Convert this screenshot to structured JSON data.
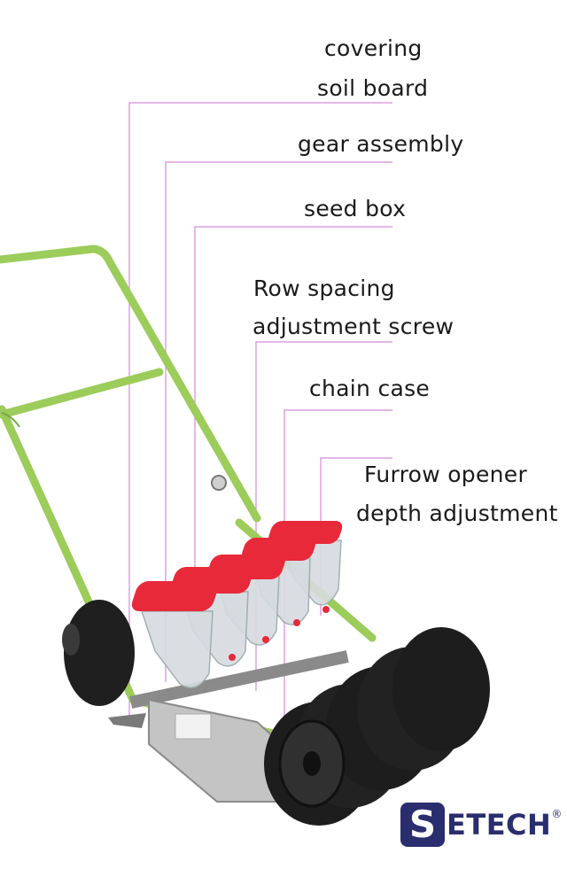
{
  "labels": {
    "covering": "covering",
    "soil_board": "soil board",
    "gear_assembly": "gear assembly",
    "seed_box": "seed box",
    "row_spacing": "Row spacing",
    "adjustment_screw": "adjustment screw",
    "chain_case": "chain case",
    "furrow_opener": "Furrow opener",
    "depth_adjustment": "depth adjustment"
  },
  "brand": {
    "initial": "S",
    "rest": "ETECH",
    "registered": "®"
  },
  "colors": {
    "frame_green": "#9ccc5a",
    "seed_box_red": "#e8293a",
    "leader_line": "#d58ad8",
    "wheel_black": "#1d1d1d",
    "brand_navy": "#2a2d6e"
  }
}
